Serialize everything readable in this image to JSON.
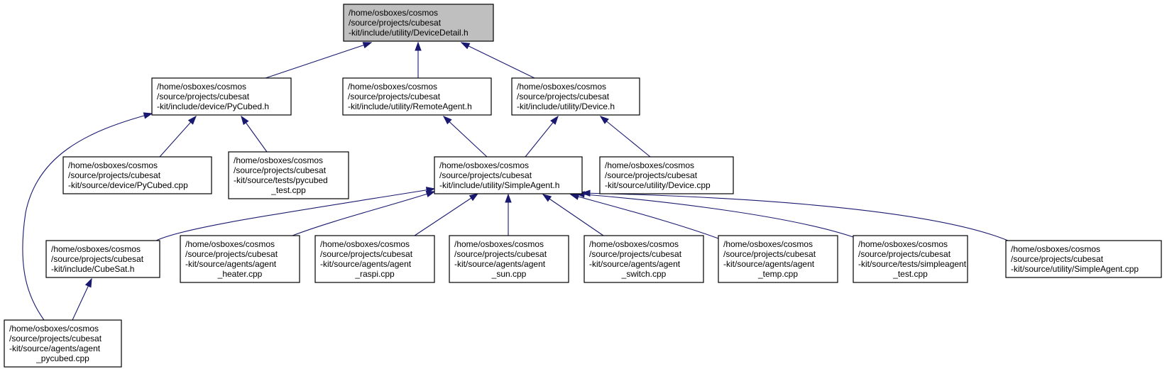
{
  "colors": {
    "edge": "#191970",
    "focus_fill": "#bfbfbf",
    "node_fill": "#ffffff",
    "node_border": "#000000"
  },
  "nodes": [
    {
      "id": "devicedetail_h",
      "focus": true,
      "lines": [
        "/home/osboxes/cosmos",
        "/source/projects/cubesat",
        "-kit/include/utility/DeviceDetail.h"
      ]
    },
    {
      "id": "pycubed_h",
      "lines": [
        "/home/osboxes/cosmos",
        "/source/projects/cubesat",
        "-kit/include/device/PyCubed.h"
      ]
    },
    {
      "id": "remoteagent_h",
      "lines": [
        "/home/osboxes/cosmos",
        "/source/projects/cubesat",
        "-kit/include/utility/RemoteAgent.h"
      ]
    },
    {
      "id": "device_h",
      "lines": [
        "/home/osboxes/cosmos",
        "/source/projects/cubesat",
        "-kit/include/utility/Device.h"
      ]
    },
    {
      "id": "pycubed_cpp",
      "lines": [
        "/home/osboxes/cosmos",
        "/source/projects/cubesat",
        "-kit/source/device/PyCubed.cpp"
      ]
    },
    {
      "id": "pycubed_test_cpp",
      "lines": [
        "/home/osboxes/cosmos",
        "/source/projects/cubesat",
        "-kit/source/tests/pycubed",
        "_test.cpp"
      ]
    },
    {
      "id": "simpleagent_h",
      "lines": [
        "/home/osboxes/cosmos",
        "/source/projects/cubesat",
        "-kit/include/utility/SimpleAgent.h"
      ]
    },
    {
      "id": "device_cpp",
      "lines": [
        "/home/osboxes/cosmos",
        "/source/projects/cubesat",
        "-kit/source/utility/Device.cpp"
      ]
    },
    {
      "id": "cubesat_h",
      "lines": [
        "/home/osboxes/cosmos",
        "/source/projects/cubesat",
        "-kit/include/CubeSat.h"
      ]
    },
    {
      "id": "agent_heater_cpp",
      "lines": [
        "/home/osboxes/cosmos",
        "/source/projects/cubesat",
        "-kit/source/agents/agent",
        "_heater.cpp"
      ]
    },
    {
      "id": "agent_raspi_cpp",
      "lines": [
        "/home/osboxes/cosmos",
        "/source/projects/cubesat",
        "-kit/source/agents/agent",
        "_raspi.cpp"
      ]
    },
    {
      "id": "agent_sun_cpp",
      "lines": [
        "/home/osboxes/cosmos",
        "/source/projects/cubesat",
        "-kit/source/agents/agent",
        "_sun.cpp"
      ]
    },
    {
      "id": "agent_switch_cpp",
      "lines": [
        "/home/osboxes/cosmos",
        "/source/projects/cubesat",
        "-kit/source/agents/agent",
        "_switch.cpp"
      ]
    },
    {
      "id": "agent_temp_cpp",
      "lines": [
        "/home/osboxes/cosmos",
        "/source/projects/cubesat",
        "-kit/source/agents/agent",
        "_temp.cpp"
      ]
    },
    {
      "id": "simpleagent_test_cpp",
      "lines": [
        "/home/osboxes/cosmos",
        "/source/projects/cubesat",
        "-kit/source/tests/simpleagent",
        "_test.cpp"
      ]
    },
    {
      "id": "simpleagent_cpp",
      "lines": [
        "/home/osboxes/cosmos",
        "/source/projects/cubesat",
        "-kit/source/utility/SimpleAgent.cpp"
      ]
    },
    {
      "id": "agent_pycubed_cpp",
      "lines": [
        "/home/osboxes/cosmos",
        "/source/projects/cubesat",
        "-kit/source/agents/agent",
        "_pycubed.cpp"
      ]
    }
  ],
  "edges": [
    {
      "from": "pycubed_h",
      "to": "devicedetail_h"
    },
    {
      "from": "remoteagent_h",
      "to": "devicedetail_h"
    },
    {
      "from": "device_h",
      "to": "devicedetail_h"
    },
    {
      "from": "pycubed_cpp",
      "to": "pycubed_h"
    },
    {
      "from": "pycubed_test_cpp",
      "to": "pycubed_h"
    },
    {
      "from": "agent_pycubed_cpp",
      "to": "pycubed_h"
    },
    {
      "from": "simpleagent_h",
      "to": "remoteagent_h"
    },
    {
      "from": "simpleagent_h",
      "to": "device_h"
    },
    {
      "from": "device_cpp",
      "to": "device_h"
    },
    {
      "from": "cubesat_h",
      "to": "simpleagent_h"
    },
    {
      "from": "agent_heater_cpp",
      "to": "simpleagent_h"
    },
    {
      "from": "agent_raspi_cpp",
      "to": "simpleagent_h"
    },
    {
      "from": "agent_sun_cpp",
      "to": "simpleagent_h"
    },
    {
      "from": "agent_switch_cpp",
      "to": "simpleagent_h"
    },
    {
      "from": "agent_temp_cpp",
      "to": "simpleagent_h"
    },
    {
      "from": "simpleagent_test_cpp",
      "to": "simpleagent_h"
    },
    {
      "from": "simpleagent_cpp",
      "to": "simpleagent_h"
    },
    {
      "from": "agent_pycubed_cpp",
      "to": "cubesat_h"
    }
  ]
}
